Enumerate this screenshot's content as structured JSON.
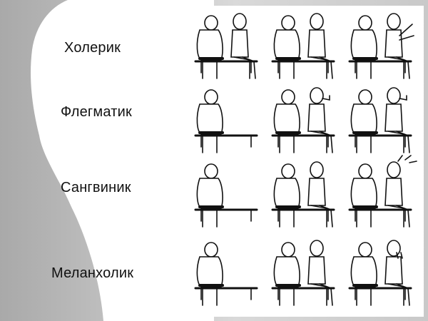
{
  "slide": {
    "temperaments": [
      {
        "label": "Холерик",
        "panels": [
          "sitting-on-bench-alone",
          "neighbor-sits-down",
          "angry-argument"
        ]
      },
      {
        "label": "Флегматик",
        "panels": [
          "sitting-on-bench-alone",
          "neighbor-sits-down",
          "calmly-ignores"
        ]
      },
      {
        "label": "Сангвиник",
        "panels": [
          "sitting-on-bench-alone",
          "neighbor-sits-down",
          "laughing-together"
        ]
      },
      {
        "label": "Меланхолик",
        "panels": [
          "sitting-on-bench-alone",
          "neighbor-sits-down",
          "crying"
        ]
      }
    ],
    "colors": {
      "background_gray": "#cfcfcf",
      "shape_white": "#ffffff",
      "ink": "#111111"
    }
  }
}
